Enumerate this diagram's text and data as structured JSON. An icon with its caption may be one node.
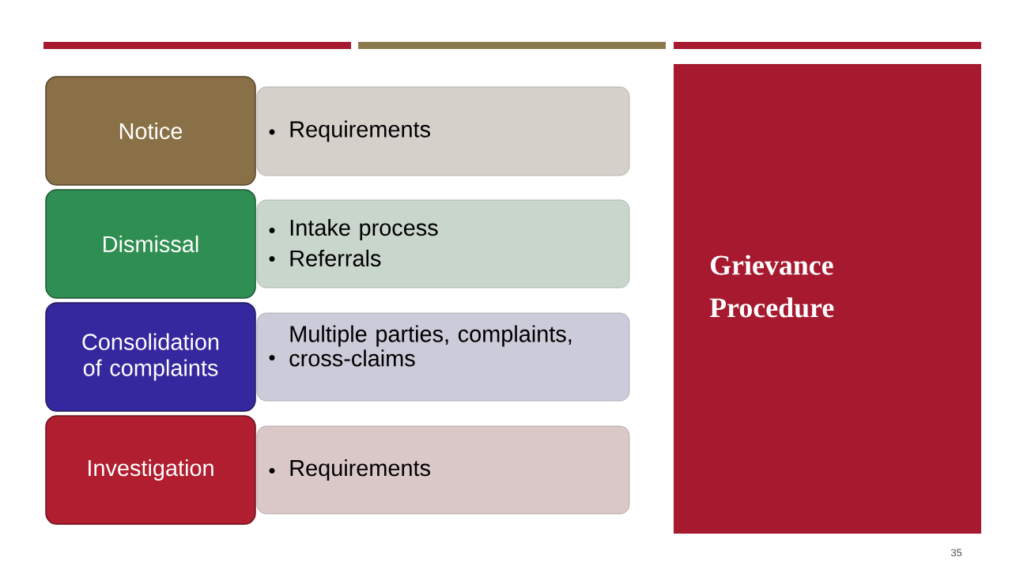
{
  "diagram": {
    "nodes": [
      {
        "text": [
          "Notice"
        ]
      },
      {
        "text": [
          "Requirements"
        ]
      },
      {
        "text": [
          "Dismissal"
        ]
      },
      {
        "text": [
          "Intake process",
          "Referrals"
        ]
      },
      {
        "text": [
          "Consolidation of complaints"
        ]
      },
      {
        "text": [
          "Multiple parties, complaints, cross-claims"
        ]
      },
      {
        "text": [
          "Investigation"
        ]
      },
      {
        "text": [
          "Requirements"
        ]
      },
      {
        "text": [
          "Grievance Procedure"
        ]
      }
    ],
    "labels": [
      "35"
    ]
  }
}
